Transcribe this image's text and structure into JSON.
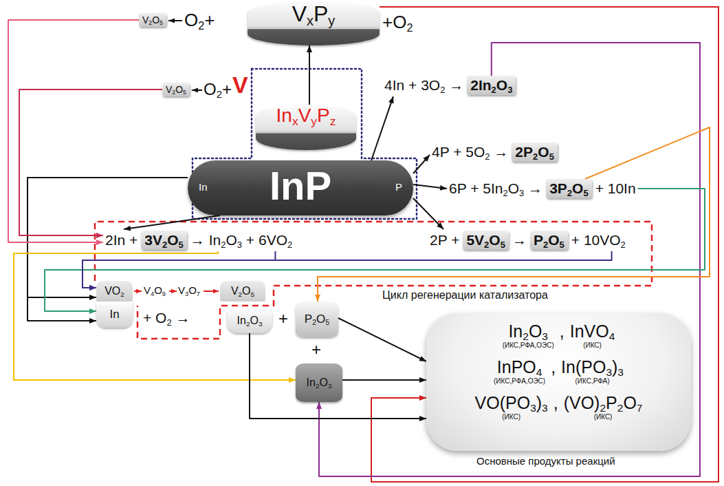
{
  "diagram": {
    "nodes": [
      {
        "text": [
          "V2O5"
        ]
      },
      {
        "text": [
          "VxPy"
        ]
      },
      {
        "text": [
          "V2O5"
        ]
      },
      {
        "text": [
          "4In + 3O2 →"
        ]
      },
      {
        "text": [
          "2In2O3"
        ],
        "in": 3
      },
      {
        "text": [
          "InxVyPz"
        ]
      },
      {
        "text": [
          "4P + 5O2 →"
        ]
      },
      {
        "text": [
          "2P2O5"
        ],
        "in": 6
      },
      {
        "text": [
          "In",
          "InP",
          "P"
        ]
      },
      {
        "text": [
          "6P + 5In2O3 →",
          "+ 10In"
        ]
      },
      {
        "text": [
          "3P2O5"
        ],
        "in": 9
      },
      {
        "text": [
          "2In +",
          "→ In2O3 + 6VO2"
        ]
      },
      {
        "text": [
          "3V2O5"
        ],
        "in": 11
      },
      {
        "text": [
          "2P +",
          "→",
          "+ 10VO2"
        ]
      },
      {
        "text": [
          "5V2O5"
        ],
        "in": 13
      },
      {
        "text": [
          "P2O5"
        ],
        "in": 13
      },
      {
        "text": [
          "VO2"
        ]
      },
      {
        "text": [
          "V2O5"
        ]
      },
      {
        "text": [
          "In"
        ]
      },
      {
        "text": [
          "In2O3"
        ]
      },
      {
        "text": [
          "P2O5"
        ]
      },
      {
        "text": [
          "In2O3"
        ]
      },
      {
        "text": [
          "In2O3",
          "(ИКС,РФА,ОЭС)",
          ",",
          "InVO4",
          "(ИКС)",
          "InPO4",
          "(ИКС,РФА,ОЭС)",
          ",",
          "In(PO3)3",
          "(ИКС,РФА)",
          "VO(PO3)3",
          "(ИКС)",
          ",",
          "(VO)2P2O7",
          "(ИКС)"
        ]
      }
    ],
    "edges": [
      {
        "from": 5,
        "to": 1,
        "arrow": "to"
      },
      {
        "from": 8,
        "to": 3,
        "arrow": "to"
      },
      {
        "from": 8,
        "to": 6,
        "arrow": "to"
      },
      {
        "from": 8,
        "to": 9,
        "arrow": "to"
      },
      {
        "from": 8,
        "to": 13,
        "arrow": "to"
      },
      {
        "from": 8,
        "to": 11,
        "arrow": "to"
      },
      {
        "from": 8,
        "to": 16,
        "arrow": "to"
      },
      {
        "from": 8,
        "to": 18,
        "arrow": "to"
      },
      {
        "from": 0,
        "to": 11,
        "arrow": "to"
      },
      {
        "from": 2,
        "to": 11,
        "arrow": "to"
      },
      {
        "from": 1,
        "to": 22,
        "arrow": "to"
      },
      {
        "from": 4,
        "to": 21,
        "arrow": "to"
      },
      {
        "from": 9,
        "to": 18,
        "arrow": "to"
      },
      {
        "from": 11,
        "to": 16,
        "arrow": "to"
      },
      {
        "from": 13,
        "to": 16,
        "arrow": "to"
      },
      {
        "from": 11,
        "to": 21,
        "arrow": "to"
      },
      {
        "from": 10,
        "to": 20,
        "arrow": "to"
      },
      {
        "from": 20,
        "to": 22,
        "arrow": "to"
      },
      {
        "from": 21,
        "to": 22,
        "arrow": "to"
      },
      {
        "from": 19,
        "to": 22,
        "arrow": "to"
      }
    ],
    "labels": [
      "O2+",
      "+O2",
      "O2+",
      "V",
      "V4O9",
      "V3O7",
      "+ O2 →",
      "+",
      "+",
      "Цикл регенерации катализатора",
      "Основные продукты реакций"
    ]
  }
}
